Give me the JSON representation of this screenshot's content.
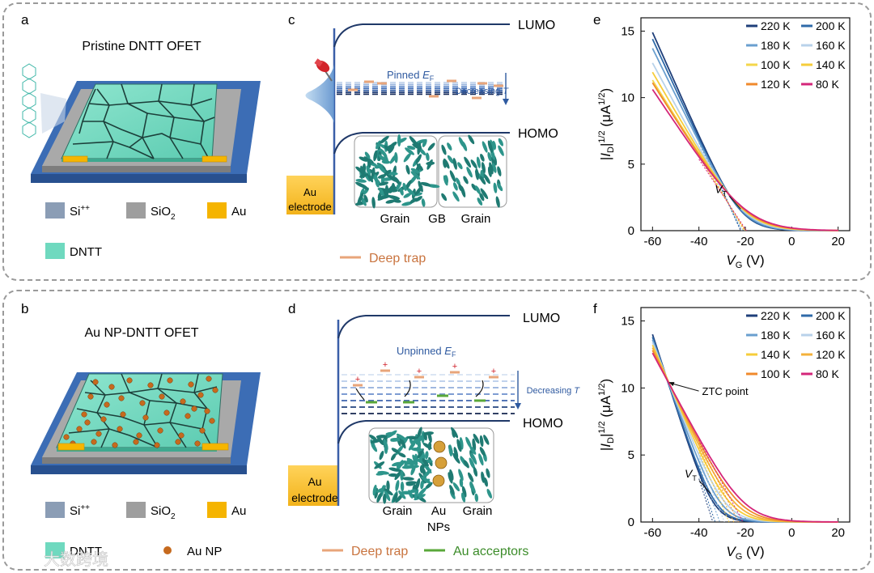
{
  "panels": {
    "a": {
      "letter": "a",
      "title": "Pristine DNTT OFET",
      "legend": [
        {
          "label": "Si",
          "sup": "++",
          "color": "#8b9db5"
        },
        {
          "label": "SiO",
          "sub": "2",
          "color": "#9e9e9e"
        },
        {
          "label": "Au",
          "color": "#f5b400"
        },
        {
          "label": "DNTT",
          "color": "#6fd9bf"
        }
      ]
    },
    "b": {
      "letter": "b",
      "title": "Au NP-DNTT OFET",
      "legend": [
        {
          "label": "Si",
          "sup": "++",
          "color": "#8b9db5"
        },
        {
          "label": "SiO",
          "sub": "2",
          "color": "#9e9e9e"
        },
        {
          "label": "Au",
          "color": "#f5b400"
        },
        {
          "label": "DNTT",
          "color": "#6fd9bf"
        },
        {
          "label": "Au NP",
          "color": "#c66a1e"
        }
      ]
    },
    "c": {
      "letter": "c",
      "lumo": "LUMO",
      "homo": "HOMO",
      "ef_label": "Pinned ",
      "ef_symbol": "E",
      "ef_sub": "F",
      "trend_label": "Decreasing ",
      "trend_symbol": "T",
      "electrode": [
        "Au",
        "electrode"
      ],
      "grain_labels": [
        "Grain",
        "GB",
        "Grain"
      ],
      "key": [
        {
          "label": "Deep trap",
          "color": "#e8a57a"
        }
      ]
    },
    "d": {
      "letter": "d",
      "lumo": "LUMO",
      "homo": "HOMO",
      "ef_label": "Unpinned ",
      "ef_symbol": "E",
      "ef_sub": "F",
      "trend_label": "Decreasing ",
      "trend_symbol": "T",
      "electrode": [
        "Au",
        "electrode"
      ],
      "grain_labels": [
        "Grain",
        "Au",
        "NPs",
        "Grain"
      ],
      "key": [
        {
          "label": "Deep trap",
          "color": "#e8a57a"
        },
        {
          "label": "Au acceptors",
          "color": "#5aa83a"
        }
      ]
    },
    "e": {
      "letter": "e"
    },
    "f": {
      "letter": "f"
    }
  },
  "watermark": "大数跨境",
  "chart_data": [
    {
      "panel": "e",
      "type": "line",
      "ylabel_parts": [
        "|I",
        "D",
        "|",
        "1/2",
        " (μA",
        "1/2",
        ")"
      ],
      "xlabel_parts": [
        "V",
        "G",
        " (V)"
      ],
      "xlim": [
        -65,
        25
      ],
      "ylim": [
        0,
        16
      ],
      "xticks": [
        -60,
        -40,
        -20,
        0,
        20
      ],
      "yticks": [
        0,
        5,
        10,
        15
      ],
      "annotation": {
        "text": "V",
        "sub": "T"
      },
      "vt_x": -20,
      "legend_order": [
        0,
        1,
        2,
        3,
        4,
        5,
        6,
        7
      ],
      "series": [
        {
          "name": "220 K",
          "color": "#1f3f7a",
          "vt": -22,
          "end": 14.9
        },
        {
          "name": "200 K",
          "color": "#2f6aa8",
          "vt": -22,
          "end": 14.4
        },
        {
          "name": "180 K",
          "color": "#6a9fcf",
          "vt": -21.5,
          "end": 13.7
        },
        {
          "name": "160 K",
          "color": "#b8d2ea",
          "vt": -21,
          "end": 12.6
        },
        {
          "name": "100 K",
          "color": "#f4d64a",
          "vt": -20,
          "end": 11.3
        },
        {
          "name": "140 K",
          "color": "#f6cd3a",
          "vt": -20.5,
          "end": 11.9
        },
        {
          "name": "120 K",
          "color": "#f08a2c",
          "vt": -20,
          "end": 11.1
        },
        {
          "name": "80 K",
          "color": "#d4267a",
          "vt": -19.5,
          "end": 10.6
        }
      ]
    },
    {
      "panel": "f",
      "type": "line",
      "ylabel_parts": [
        "|I",
        "D",
        "|",
        "1/2",
        " (μA",
        "1/2",
        ")"
      ],
      "xlabel_parts": [
        "V",
        "G",
        " (V)"
      ],
      "xlim": [
        -65,
        25
      ],
      "ylim": [
        0,
        16
      ],
      "xticks": [
        -60,
        -40,
        -20,
        0,
        20
      ],
      "yticks": [
        0,
        5,
        10,
        15
      ],
      "annotation": {
        "text": "V",
        "sub": "T"
      },
      "ztc": {
        "label": "ZTC point",
        "x": -54,
        "y": 10.5
      },
      "legend_order": [
        0,
        1,
        2,
        3,
        4,
        5,
        6,
        7
      ],
      "series": [
        {
          "name": "220 K",
          "color": "#1f3f7a",
          "vt": -34,
          "end": 14.0
        },
        {
          "name": "200 K",
          "color": "#2f6aa8",
          "vt": -33,
          "end": 13.8
        },
        {
          "name": "180 K",
          "color": "#6a9fcf",
          "vt": -31,
          "end": 13.6
        },
        {
          "name": "160 K",
          "color": "#b8d2ea",
          "vt": -29,
          "end": 13.4
        },
        {
          "name": "140 K",
          "color": "#f6cd3a",
          "vt": -27,
          "end": 13.2
        },
        {
          "name": "120 K",
          "color": "#f4b13a",
          "vt": -25,
          "end": 13.0
        },
        {
          "name": "100 K",
          "color": "#f08a2c",
          "vt": -23,
          "end": 12.8
        },
        {
          "name": "80 K",
          "color": "#d4267a",
          "vt": -21,
          "end": 12.6
        }
      ]
    }
  ]
}
